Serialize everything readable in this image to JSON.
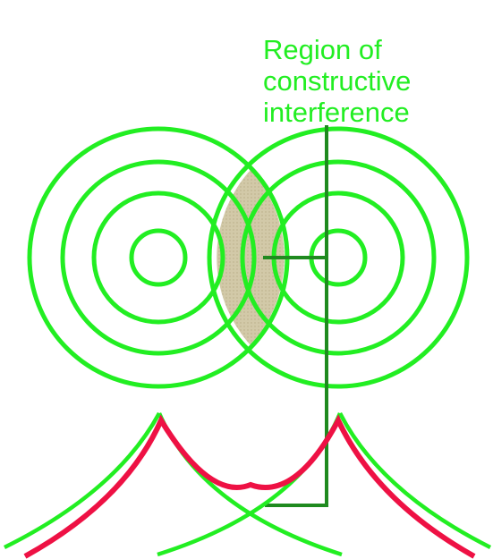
{
  "label": {
    "line1": "Region  of",
    "line2": "constructive",
    "line3": "interference"
  },
  "colors": {
    "wave_ring": "#22ee22",
    "pointer": "#1f8a1f",
    "overlap_fill": "#d2c9a8",
    "overlap_dots": "#b9ad86",
    "envelope_red": "#ee1144",
    "envelope_green": "#22ee22",
    "background": "#ffffff"
  },
  "sources": [
    {
      "name": "left-source",
      "rings": 4
    },
    {
      "name": "right-source",
      "rings": 4
    }
  ]
}
